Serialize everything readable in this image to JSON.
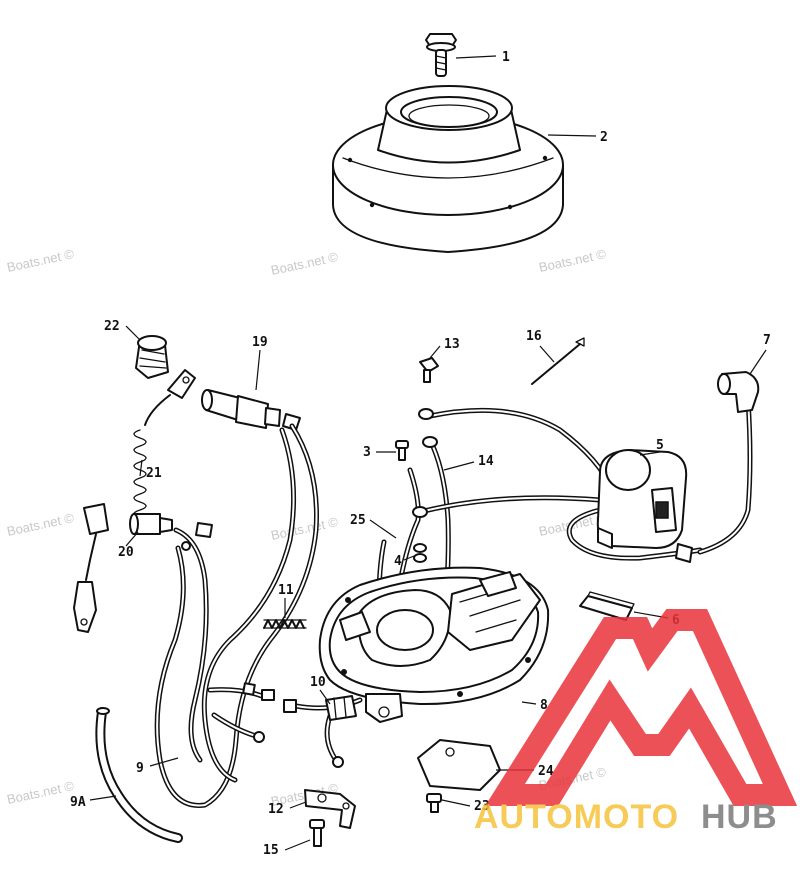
{
  "watermark": "Boats.net ©",
  "logo": {
    "part1": "AUTOMOTO",
    "part2": "HUB",
    "color_red": "#e8333a",
    "color_yellow": "#f5c33a",
    "color_gray": "#7a7a7a"
  },
  "callouts": {
    "c1": "1",
    "c2": "2",
    "c3": "3",
    "c4": "4",
    "c5": "5",
    "c6": "6",
    "c7": "7",
    "c8": "8",
    "c9": "9",
    "c9a": "9A",
    "c10": "10",
    "c11": "11",
    "c12": "12",
    "c13": "13",
    "c14": "14",
    "c15": "15",
    "c16": "16",
    "c19": "19",
    "c20": "20",
    "c21": "21",
    "c22": "22",
    "c23": "23",
    "c24": "24",
    "c25": "25"
  }
}
